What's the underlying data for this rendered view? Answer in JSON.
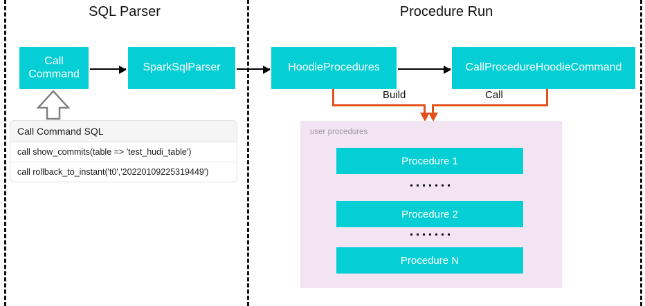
{
  "sections": {
    "sql_parser": {
      "title": "SQL Parser"
    },
    "procedure_run": {
      "title": "Procedure Run"
    }
  },
  "nodes": {
    "call_command": "Call\nCommand",
    "call_command_line1": "Call",
    "call_command_line2": "Command",
    "spark_sql_parser": "SparkSqlParser",
    "hoodie_procedures": "HoodieProcedures",
    "call_procedure_hoodie_command": "CallProcedureHoodieCommand"
  },
  "sql_table": {
    "header": "Call Command SQL",
    "rows": [
      "call show_commits(table => 'test_hudi_table')",
      "call rollback_to_instant('t0','20220109225319449')"
    ]
  },
  "connectors": {
    "build_label": "Build",
    "call_label": "Call"
  },
  "procedures_panel": {
    "label": "user procedures",
    "items": [
      {
        "label": "Procedure 1"
      },
      {
        "label": "Procedure 2"
      },
      {
        "label": "Procedure N"
      }
    ],
    "ellipsis_dots": 7
  },
  "colors": {
    "teal": "#05CFD4",
    "panel_purple": "#F3E4F4",
    "orange": "#E2511C",
    "divider": "#111111",
    "text_dark": "#111111",
    "text_muted": "#9B9B9B"
  }
}
